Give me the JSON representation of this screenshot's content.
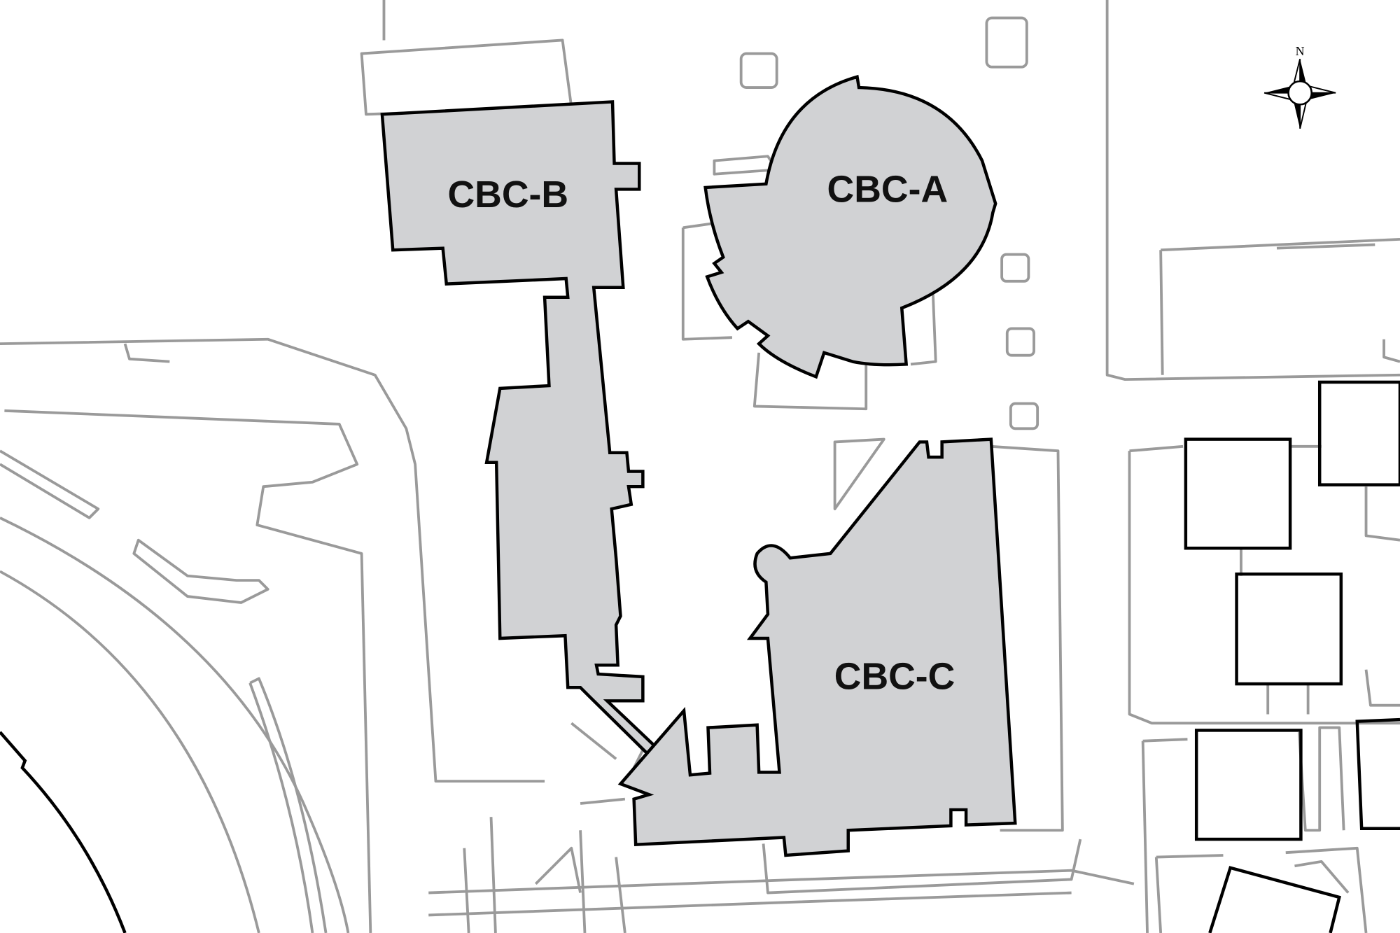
{
  "map": {
    "buildings": [
      {
        "id": "cbc-a",
        "label": "CBC-A"
      },
      {
        "id": "cbc-b",
        "label": "CBC-B"
      },
      {
        "id": "cbc-c",
        "label": "CBC-C"
      }
    ],
    "compass": {
      "north_label": "N"
    },
    "colors": {
      "building_fill": "#d1d2d4",
      "context_line": "#9a9a9a",
      "outline": "#000000"
    }
  }
}
